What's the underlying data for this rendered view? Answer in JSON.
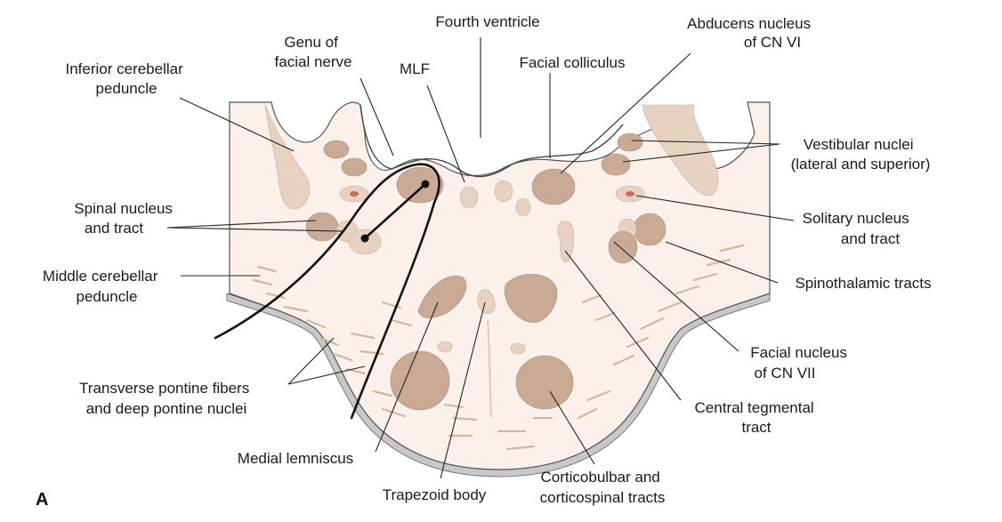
{
  "figure": {
    "panel_label": "A",
    "labels": {
      "fourth_ventricle": [
        "Fourth ventricle"
      ],
      "abducens_nucleus": [
        "Abducens nucleus",
        "of CN VI"
      ],
      "genu_facial_nerve": [
        "Genu of",
        "facial nerve"
      ],
      "mlf": [
        "MLF"
      ],
      "facial_colliculus": [
        "Facial colliculus"
      ],
      "inferior_cerebellar_peduncle": [
        "Inferior cerebellar",
        "peduncle"
      ],
      "vestibular_nuclei": [
        "Vestibular nuclei",
        "(lateral and superior)"
      ],
      "spinal_nucleus_tract": [
        "Spinal nucleus",
        "and tract"
      ],
      "solitary_nucleus_tract": [
        "Solitary nucleus",
        "and tract"
      ],
      "middle_cerebellar_peduncle": [
        "Middle cerebellar",
        "peduncle"
      ],
      "spinothalamic_tracts": [
        "Spinothalamic tracts"
      ],
      "facial_nucleus": [
        "Facial nucleus",
        "of CN VII"
      ],
      "transverse_pontine_fibers": [
        "Transverse pontine fibers",
        "and deep pontine nuclei"
      ],
      "central_tegmental_tract": [
        "Central tegmental",
        "tract"
      ],
      "medial_lemniscus": [
        "Medial lemniscus"
      ],
      "trapezoid_body": [
        "Trapezoid body"
      ],
      "corticobulbar_corticospinal": [
        "Corticobulbar and",
        "corticospinal tracts"
      ]
    },
    "colors": {
      "tissue": "#fbf1ea",
      "nucleus": "#c9aa94",
      "nucleus_light": "#e7d2c2",
      "outline": "#555555",
      "base_band": "#c8c8c8"
    }
  }
}
